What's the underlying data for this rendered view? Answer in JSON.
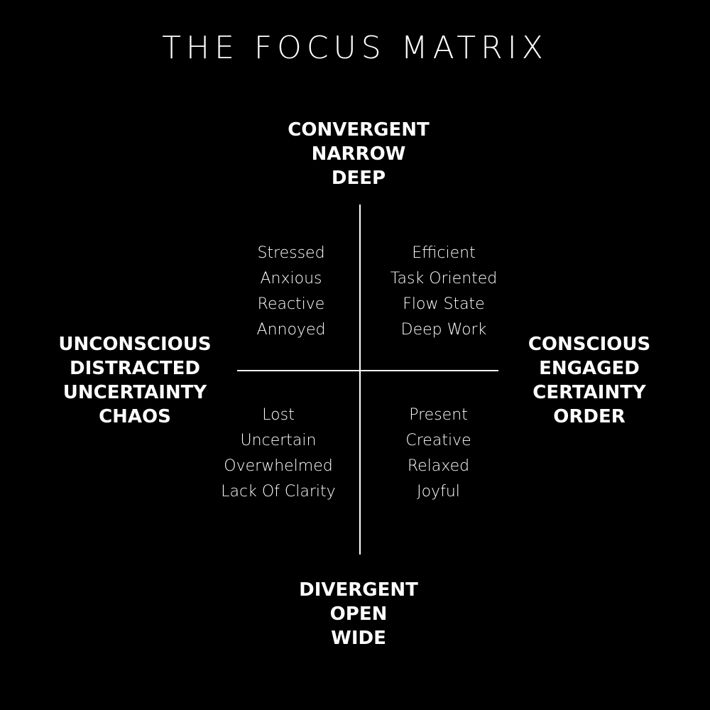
{
  "title": "THE FOCUS MATRIX",
  "axes": {
    "top": [
      "CONVERGENT",
      "NARROW",
      "DEEP"
    ],
    "bottom": [
      "DIVERGENT",
      "OPEN",
      "WIDE"
    ],
    "left": [
      "UNCONSCIOUS",
      "DISTRACTED",
      "UNCERTAINTY",
      "CHAOS"
    ],
    "right": [
      "CONSCIOUS",
      "ENGAGED",
      "CERTAINTY",
      "ORDER"
    ]
  },
  "quadrants": {
    "top_left": [
      "Stressed",
      "Anxious",
      "Reactive",
      "Annoyed"
    ],
    "top_right": [
      "Efficient",
      "Task Oriented",
      "Flow State",
      "Deep Work"
    ],
    "bottom_left": [
      "Lost",
      "Uncertain",
      "Overwhelmed",
      "Lack Of Clarity"
    ],
    "bottom_right": [
      "Present",
      "Creative",
      "Relaxed",
      "Joyful"
    ]
  },
  "colors": {
    "background": "#000000",
    "foreground": "#ffffff"
  }
}
